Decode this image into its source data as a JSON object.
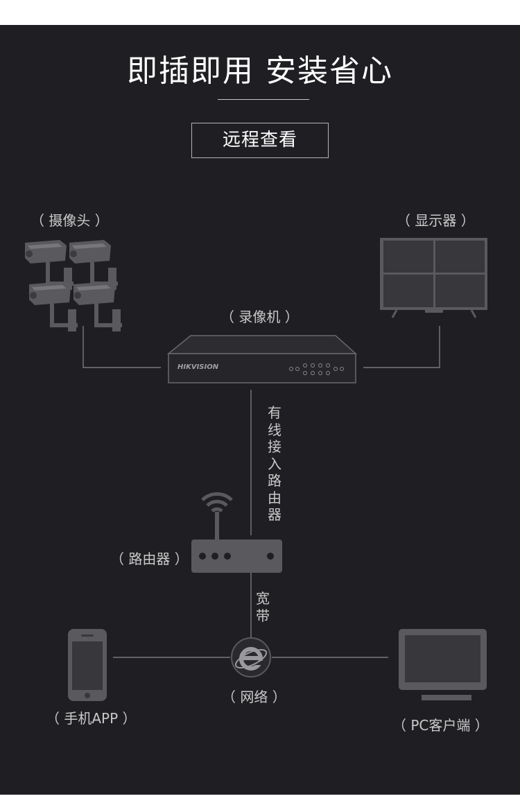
{
  "title": "即插即用 安装省心",
  "mode_box": "远程查看",
  "labels": {
    "camera": "（ 摄像头 ）",
    "monitor": "（ 显示器 ）",
    "nvr": "（ 录像机 ）",
    "router": "（ 路由器 ）",
    "network": "（ 网络 ）",
    "phone": "（ 手机APP ）",
    "pc": "（ PC客户端 ）"
  },
  "connections": {
    "wired_router": "有线接入路由器",
    "broadband": "宽带"
  },
  "nvr_brand": "HIKVISION",
  "icons": {
    "camera": "cctv-camera-icon",
    "monitor": "tv-monitor-icon",
    "nvr": "nvr-recorder-icon",
    "router": "wifi-router-icon",
    "network": "ie-browser-icon",
    "phone": "smartphone-icon",
    "pc": "desktop-monitor-icon"
  },
  "colors": {
    "background": "#1f1f23",
    "device_gray": "#5a5a5e",
    "line": "#8a8a8a",
    "text": "#c9c9c9"
  }
}
